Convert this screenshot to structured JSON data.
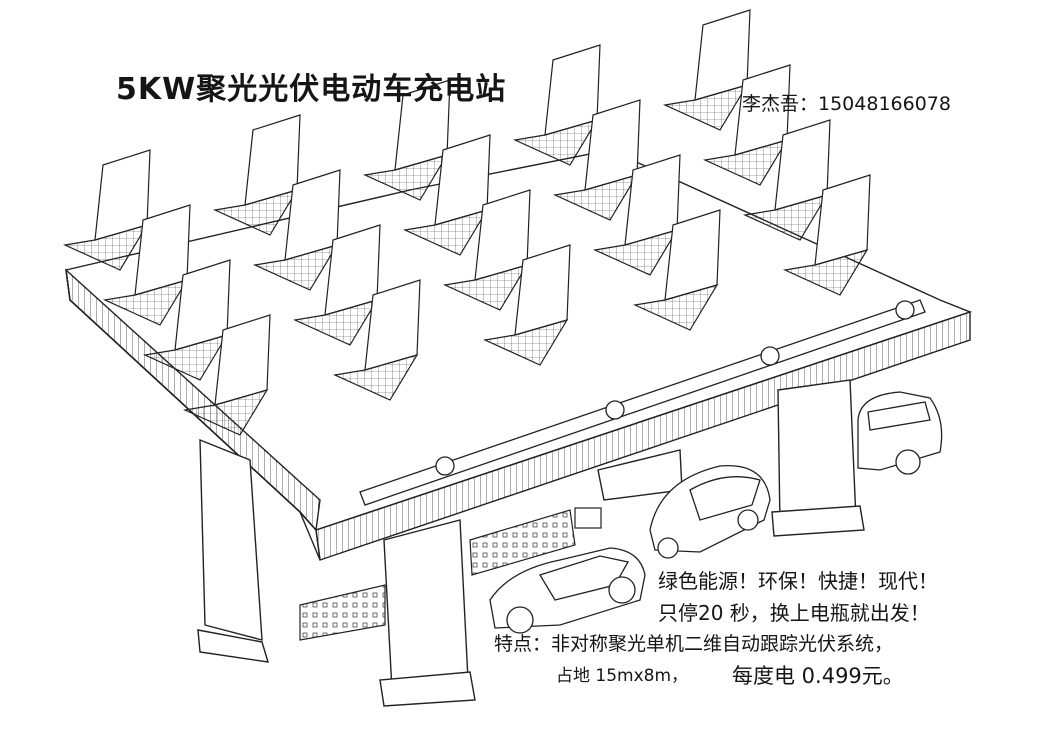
{
  "title": "5KW聚光光伏电动车充电站",
  "author": "李杰吾：15048166078",
  "slogan_line1": "绿色能源！环保！快捷！现代！",
  "slogan_line2": "只停20 秒，换上电瓶就出发！",
  "features": "特点：非对称聚光单机二维自动跟踪光伏系统，",
  "area": "占地 15mx8m，",
  "price": "每度电 0.499元。"
}
